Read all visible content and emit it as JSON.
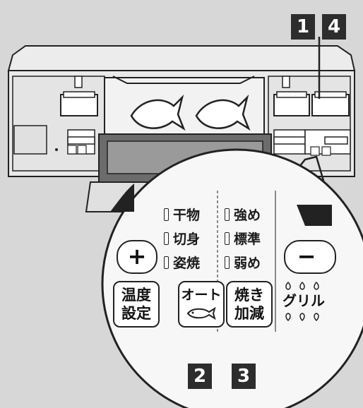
{
  "callouts": [
    "1",
    "4",
    "2",
    "3"
  ],
  "modes": {
    "left": [
      "干物",
      "切身",
      "姿焼"
    ],
    "right": [
      "強め",
      "標準",
      "弱め"
    ]
  },
  "buttons": {
    "plus_symbol": "+",
    "minus_symbol": "−",
    "temp_line1": "温度",
    "temp_line2": "設定",
    "auto_label": "オート",
    "yaki_line1": "焼き",
    "yaki_line2": "加減",
    "grill_label": "グリル"
  },
  "colors": {
    "background": "#d7d7d7",
    "badge": "#2d2d2d",
    "line": "#222222"
  }
}
